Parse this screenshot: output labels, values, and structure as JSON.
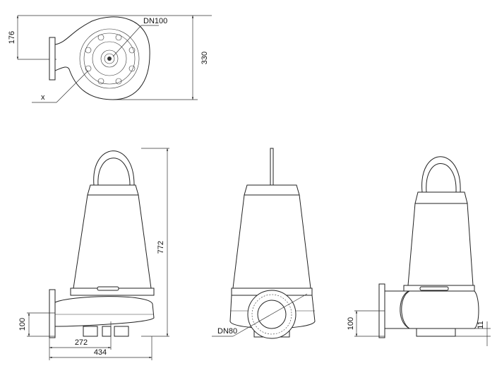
{
  "drawing": {
    "top_view": {
      "dim_height_outlet": "176",
      "dim_width": "330",
      "outlet_label": "DN100",
      "marker_label": "x"
    },
    "side_view_left": {
      "dim_height": "772",
      "dim_outlet_height": "100",
      "dim_center": "272",
      "dim_length": "434"
    },
    "front_view": {
      "outlet_label": "DN80"
    },
    "side_view_right": {
      "dim_outlet_height": "100",
      "dim_clearance": "11"
    }
  }
}
